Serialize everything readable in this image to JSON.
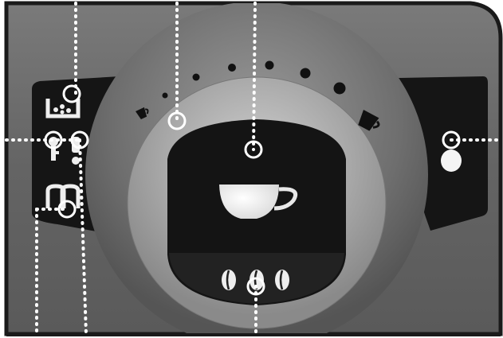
{
  "panel": {
    "colors": {
      "body": "#6a6a6a",
      "frame": "#1a1a1a",
      "ring": "#a9a9a9",
      "display": "#141414",
      "callout": "#ffffff"
    }
  },
  "left_buttons": [
    {
      "name": "descaling-warning-icon"
    },
    {
      "name": "service-key-icon"
    },
    {
      "name": "water-tank-warning-icon"
    },
    {
      "name": "double-cup-icon"
    }
  ],
  "strength_dial": {
    "indicator_count": 6,
    "min_icon": "small-cup-icon",
    "max_icon": "large-cup-icon"
  },
  "display": {
    "main_icon": "coffee-cup-icon",
    "bean_icons": [
      "coffee-bean-icon",
      "coffee-bean-icon",
      "coffee-bean-icon"
    ]
  },
  "right_button": {
    "icon": "power-indicator-icon"
  },
  "callouts": [
    "callout-1",
    "callout-2",
    "callout-3",
    "callout-4",
    "callout-5",
    "callout-6",
    "callout-7",
    "callout-8"
  ]
}
